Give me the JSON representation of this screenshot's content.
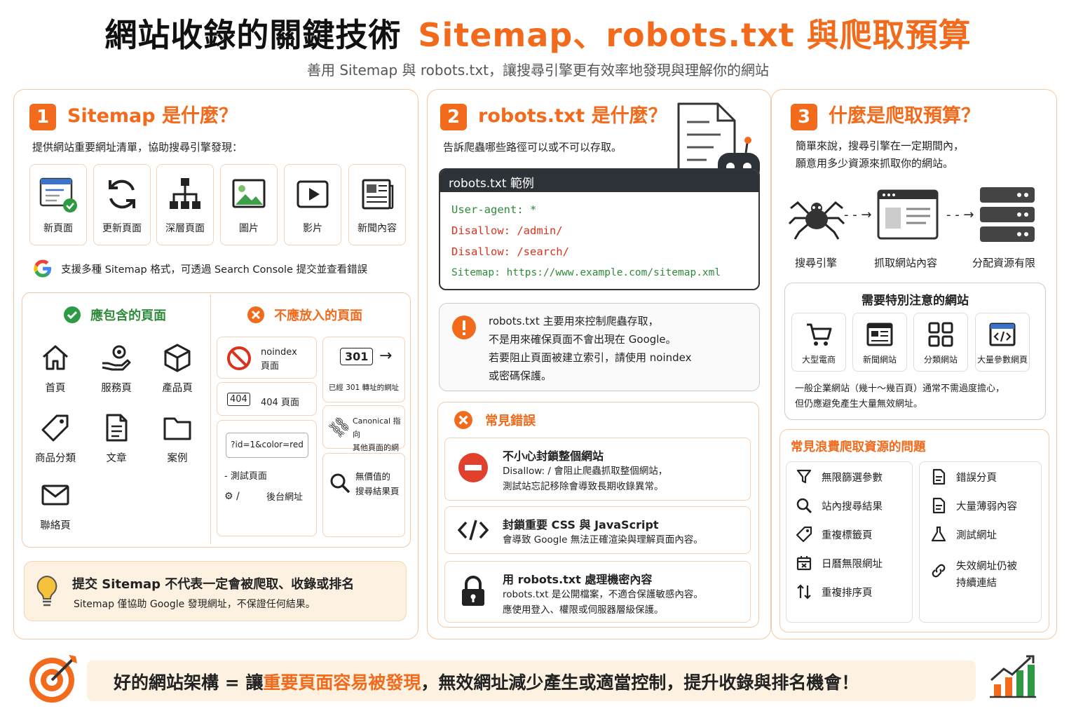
{
  "header": {
    "title_main": "網站收錄的關鍵技術",
    "title_accent": "Sitemap、robots.txt 與爬取預算",
    "subtitle": "善用 Sitemap 與 robots.txt，讓搜尋引擎更有效率地發現與理解你的網站"
  },
  "panel1": {
    "num": "1",
    "title": "Sitemap 是什麼？",
    "desc": "提供網站重要網址清單，協助搜尋引擎發現：",
    "tiles": [
      "新頁面",
      "更新頁面",
      "深層頁面",
      "圖片",
      "影片",
      "新聞內容"
    ],
    "google_note": "支援多種 Sitemap 格式，可透過 Search Console 提交並查看錯誤",
    "include_title": "應包含的頁面",
    "include_items": [
      "首頁",
      "服務頁",
      "產品頁",
      "商品分類",
      "文章",
      "案例",
      "聯絡頁"
    ],
    "exclude_title": "不應放入的頁面",
    "exclude": {
      "noindex_a": "noindex",
      "noindex_b": "頁面",
      "code404": "404",
      "label404": "404 頁面",
      "param": "?id=1&color=red",
      "test": "- 測試頁面",
      "admin": "後台網址",
      "code301": "301",
      "label301": "已經 301 轉址的網址",
      "canon_a": "Canonical 指向",
      "canon_b": "其他頁面的網址",
      "search_a": "無價值的",
      "search_b": "搜尋結果頁"
    },
    "tip_title": "提交 Sitemap 不代表一定會被爬取、收錄或排名",
    "tip_desc": "Sitemap 僅協助 Google 發現網址，不保證任何結果。"
  },
  "panel2": {
    "num": "2",
    "title": "robots.txt 是什麼？",
    "desc": "告訴爬蟲哪些路徑可以或不可以存取。",
    "code_header": "robots.txt 範例",
    "code": {
      "ua": "User-agent: *",
      "d1": "Disallow: /admin/",
      "d2": "Disallow: /search/",
      "sm": "Sitemap: https://www.example.com/sitemap.xml"
    },
    "note": [
      "robots.txt 主要用來控制爬蟲存取，",
      "不是用來確保頁面不會出現在 Google。",
      "若要阻止頁面被建立索引，請使用 noindex",
      "或密碼保護。"
    ],
    "mistakes_title": "常見錯誤",
    "mistakes": [
      {
        "title": "不小心封鎖整個網站",
        "l1": "Disallow: /  會阻止爬蟲抓取整個網站，",
        "l2": "測試站忘記移除會導致長期收錄異常。"
      },
      {
        "title": "封鎖重要 CSS 與 JavaScript",
        "l1": "會導致 Google 無法正確渲染與理解頁面內容。",
        "l2": ""
      },
      {
        "title": "用 robots.txt 處理機密內容",
        "l1": "robots.txt 是公開檔案，不適合保護敏感內容。",
        "l2": "應使用登入、權限或伺服器層級保護。"
      }
    ]
  },
  "panel3": {
    "num": "3",
    "title": "什麼是爬取預算？",
    "desc1": "簡單來說，搜尋引擎在一定期間內，",
    "desc2": "願意用多少資源來抓取你的網站。",
    "flow": [
      "搜尋引擎",
      "抓取網站內容",
      "分配資源有限"
    ],
    "special_title": "需要特別注意的網站",
    "sites": [
      "大型電商",
      "新聞網站",
      "分類網站",
      "大量參數網頁"
    ],
    "special_note1": "一般企業網站（幾十～幾百頁）通常不需過度擔心，",
    "special_note2": "但仍應避免產生大量無效網址。",
    "waste_title": "常見浪費爬取資源的問題",
    "waste_left": [
      "無限篩選參數",
      "站內搜尋結果",
      "重複標籤頁",
      "日曆無限網址",
      "重複排序頁"
    ],
    "waste_right": [
      "錯誤分頁",
      "大量薄弱內容",
      "測試網址",
      "失效網址仍被",
      "持續連結"
    ]
  },
  "footer": {
    "a": "好的網站架構 = 讓",
    "b": "重要頁面容易被發現",
    "c": "，無效網址減少產生或適當控制，提升收錄與排名機會！"
  },
  "colors": {
    "accent": "#f26a1b",
    "code_green": "#2e8b3a",
    "code_red": "#d9331f",
    "code_header": "#2d3138"
  }
}
